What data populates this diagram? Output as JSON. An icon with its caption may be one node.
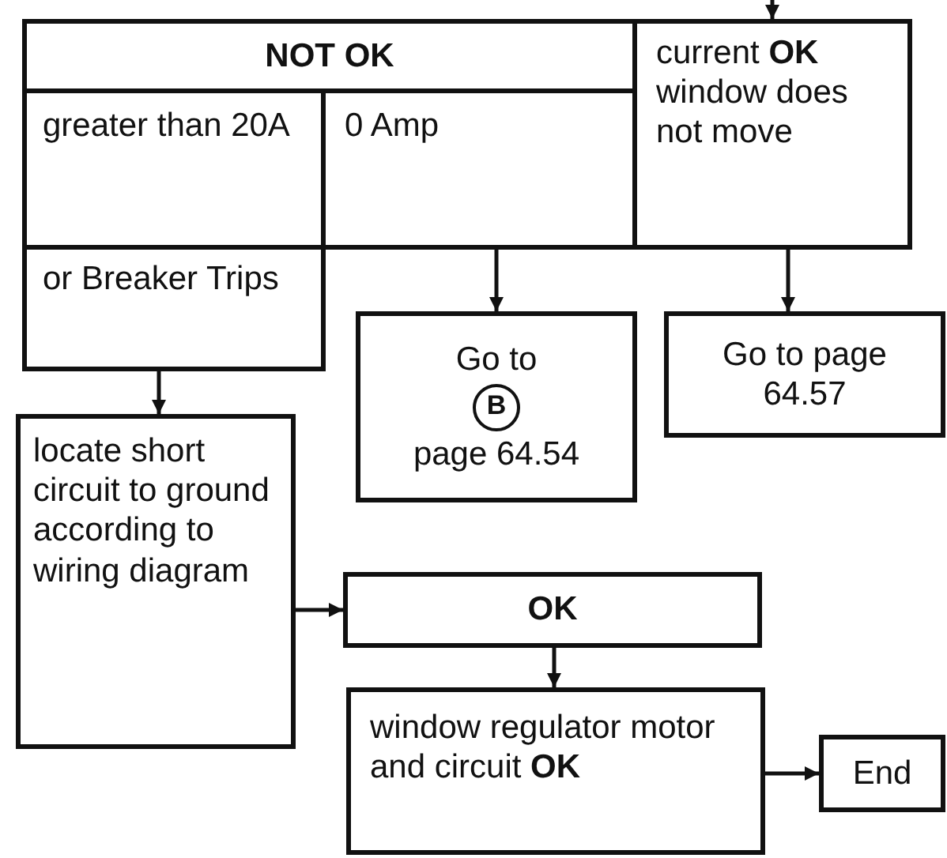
{
  "diagram": {
    "nodes": [
      {
        "text": [
          "NOT OK"
        ]
      },
      {
        "text": [
          "current **OK** window does not move"
        ]
      },
      {
        "text": [
          "greater than 20A"
        ]
      },
      {
        "text": [
          "0 Amp"
        ]
      },
      {
        "text": [
          "or Breaker Trips"
        ]
      },
      {
        "text": [
          "Go to",
          "B",
          "page 64.54"
        ]
      },
      {
        "text": [
          "Go to page 64.57"
        ]
      },
      {
        "text": [
          "locate short circuit to ground according to wiring diagram"
        ]
      },
      {
        "text": [
          "OK"
        ]
      },
      {
        "text": [
          "window regulator motor and circuit **OK**"
        ]
      },
      {
        "text": [
          "End"
        ]
      }
    ],
    "edges": [
      {
        "from": null,
        "to": 1,
        "arrow": "to"
      },
      {
        "from": 3,
        "to": 5,
        "arrow": "to"
      },
      {
        "from": 1,
        "to": 6,
        "arrow": "to"
      },
      {
        "from": 4,
        "to": 7,
        "arrow": "to"
      },
      {
        "from": 7,
        "to": 8,
        "arrow": "to"
      },
      {
        "from": 8,
        "to": 9,
        "arrow": "to"
      },
      {
        "from": 9,
        "to": 10,
        "arrow": "to"
      }
    ]
  }
}
